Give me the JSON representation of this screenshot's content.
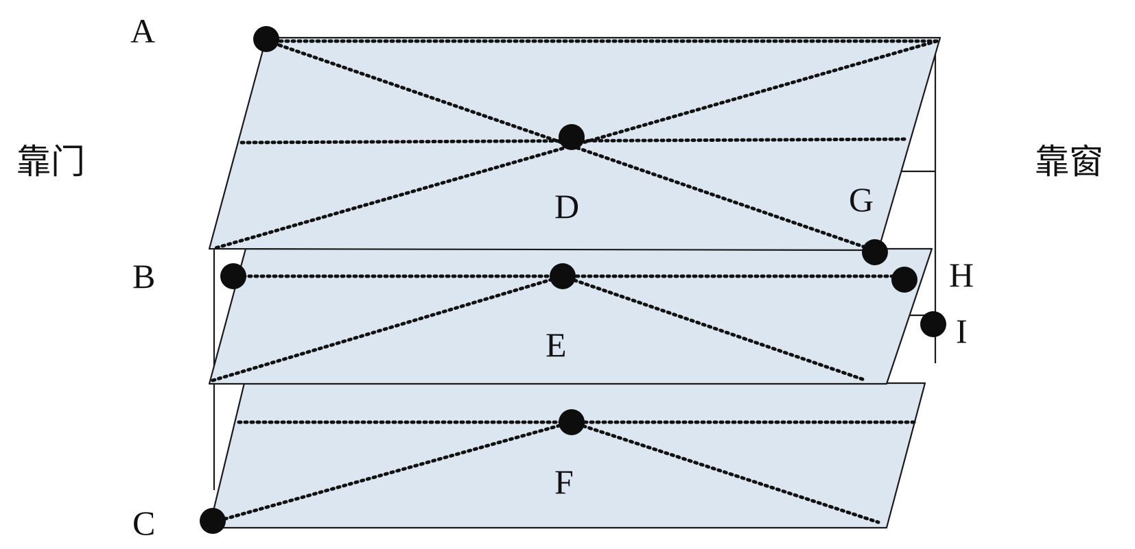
{
  "side_labels": {
    "left": "靠门",
    "right": "靠窗"
  },
  "points": {
    "A": "A",
    "B": "B",
    "C": "C",
    "D": "D",
    "E": "E",
    "F": "F",
    "G": "G",
    "H": "H",
    "I": "I"
  }
}
